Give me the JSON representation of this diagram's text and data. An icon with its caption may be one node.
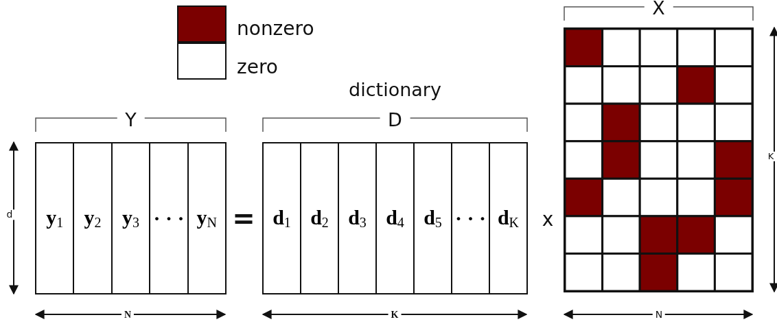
{
  "diagram": {
    "nodes": [
      {
        "text": [
          "Y"
        ]
      },
      {
        "text": [
          "y$_{1}$"
        ],
        "in": 0
      },
      {
        "text": [
          "y$_{2}$"
        ],
        "in": 0
      },
      {
        "text": [
          "y$_{3}$"
        ],
        "in": 0
      },
      {
        "text": [
          "· · ·"
        ],
        "in": 0
      },
      {
        "text": [
          "y$_{N}$"
        ],
        "in": 0
      },
      {
        "text": [
          "D"
        ],
        "beside": [
          "dictionary"
        ]
      },
      {
        "text": [
          "d$_{1}$"
        ],
        "in": 6
      },
      {
        "text": [
          "d$_{2}$"
        ],
        "in": 6
      },
      {
        "text": [
          "d$_{3}$"
        ],
        "in": 6
      },
      {
        "text": [
          "d$_{4}$"
        ],
        "in": 6
      },
      {
        "text": [
          "d$_{5}$"
        ],
        "in": 6
      },
      {
        "text": [
          "· · ·"
        ],
        "in": 6
      },
      {
        "text": [
          "d$_{K}$"
        ],
        "in": 6
      },
      {
        "text": [
          "X"
        ]
      }
    ],
    "labels": [
      "=",
      "x",
      "d",
      "N",
      "K",
      "N",
      "K"
    ],
    "legend": [
      {
        "text": "nonzero",
        "color": "#7b0000"
      },
      {
        "text": "zero",
        "color": "#ffffff"
      }
    ]
  }
}
